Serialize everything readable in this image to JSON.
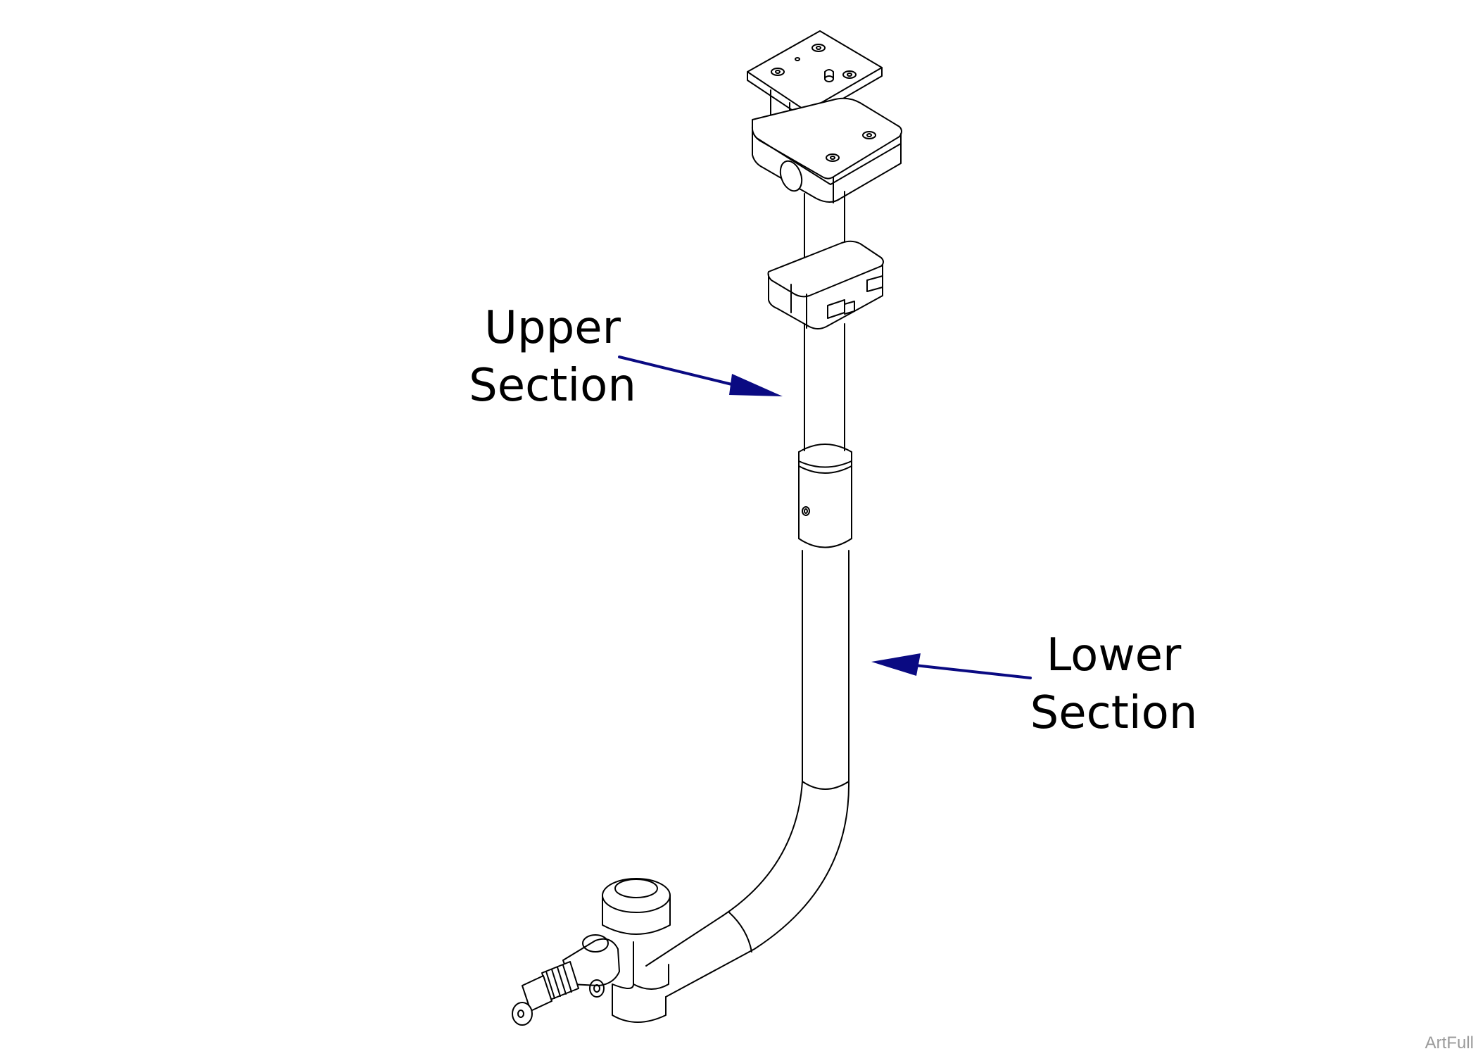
{
  "diagram": {
    "callouts": {
      "upper": {
        "line1": "Upper",
        "line2": "Section"
      },
      "lower": {
        "line1": "Lower",
        "line2": "Section"
      }
    },
    "watermark": "ArtFull",
    "colors": {
      "arrow": "#0a0a82",
      "line_art": "#000000",
      "background": "#ffffff"
    }
  }
}
